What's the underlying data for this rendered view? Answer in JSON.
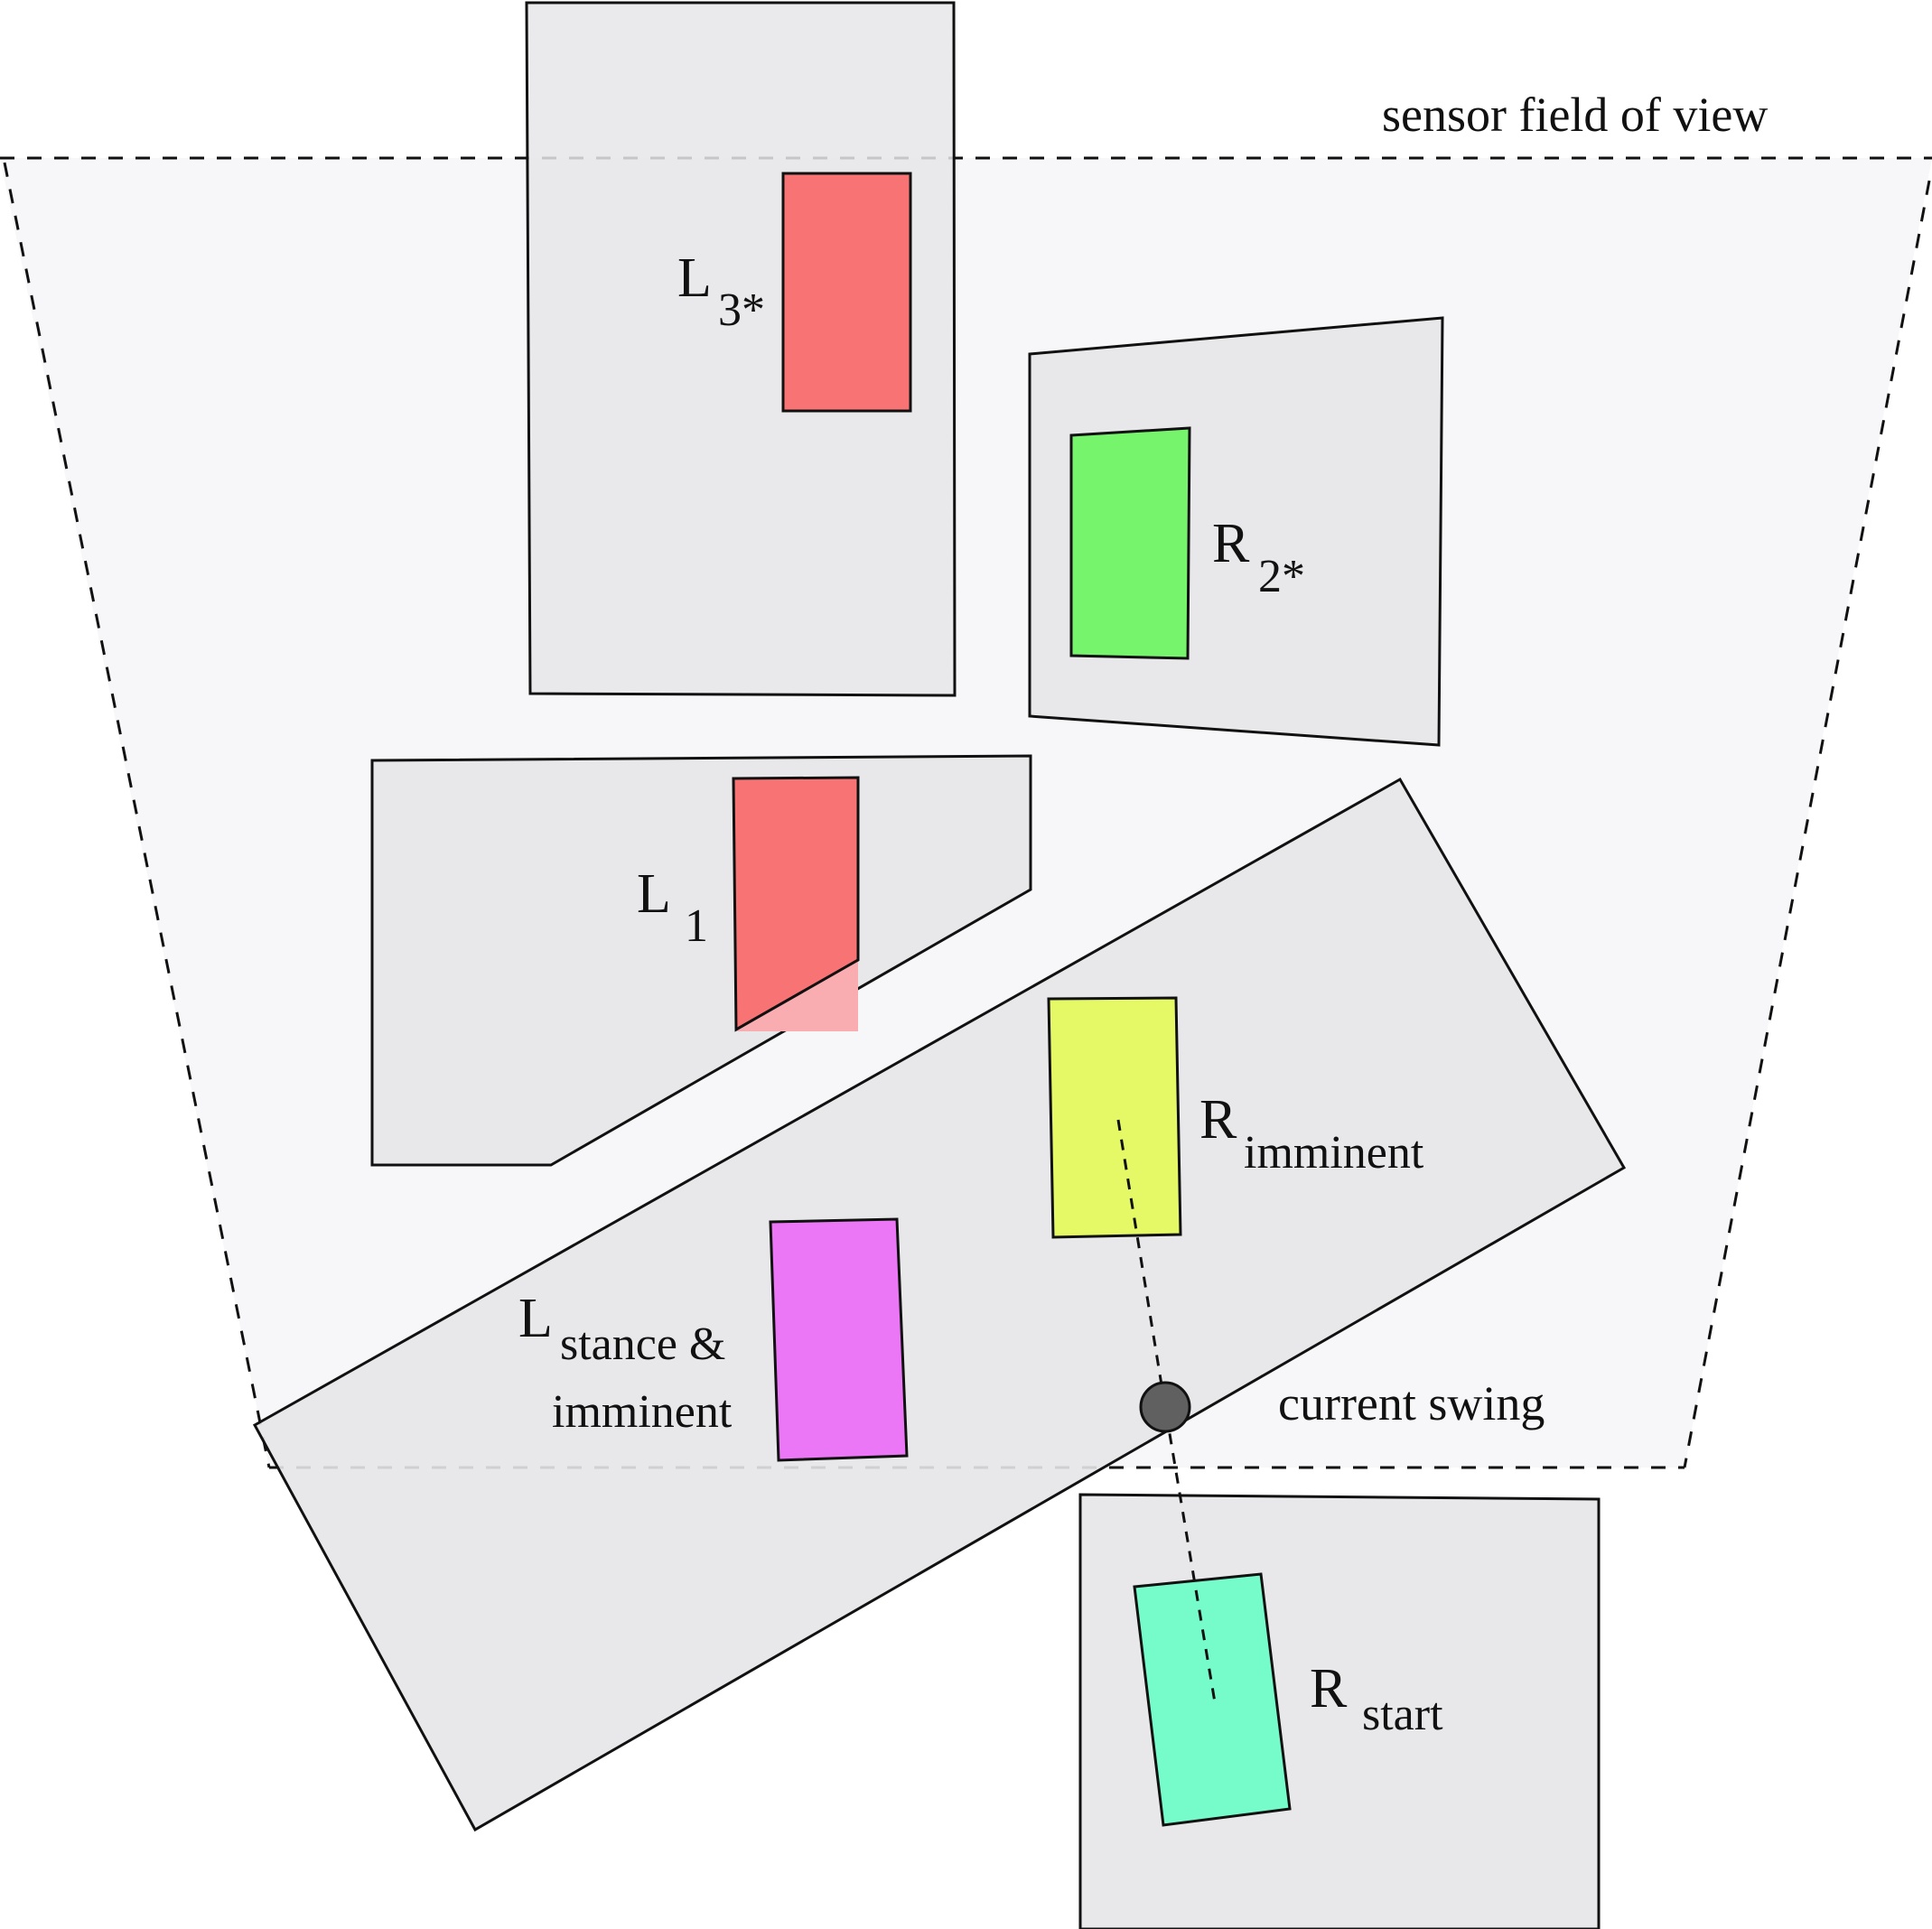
{
  "labels": {
    "fov": "sensor field of view",
    "swing": "current swing",
    "l3": {
      "main": "L",
      "sub": "3*"
    },
    "r2": {
      "main": "R",
      "sub": "2*"
    },
    "l1": {
      "main": "L",
      "sub": "1"
    },
    "r_imminent": {
      "main": "R",
      "sub": "imminent"
    },
    "l_stance": {
      "main": "L",
      "sub_line1": "stance &",
      "sub_line2": "imminent"
    },
    "r_start": {
      "main": "R",
      "sub": "start"
    }
  },
  "colors": {
    "fov_fill": "#f7f7fa",
    "region_fill": "#e6e6e9",
    "l3_footstep": "#f87474",
    "r2_footstep": "#76f56c",
    "l1_footstep": "#f87474",
    "l1_overlap": "#f9adb0",
    "r_imminent_footstep": "#e5f866",
    "l_stance_footstep": "#eb76f6",
    "r_start_footstep": "#76fbcb",
    "swing_point": "#606060",
    "stroke": "#111111"
  }
}
